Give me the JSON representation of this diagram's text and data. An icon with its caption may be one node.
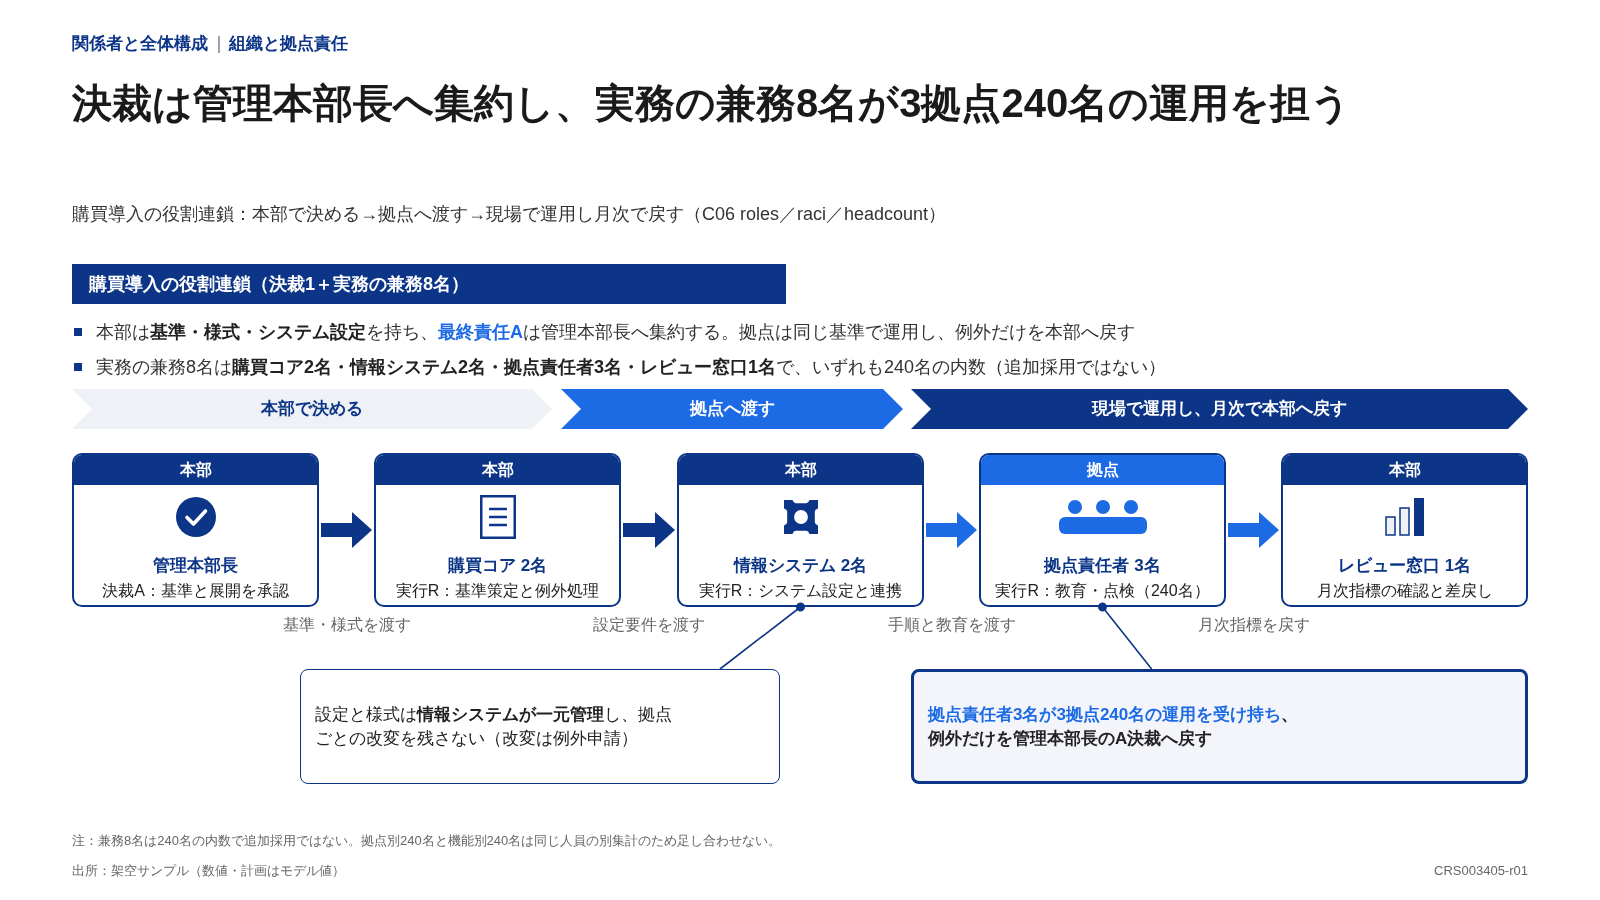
{
  "diagram": {
    "title": "決裁は管理本部長へ集約し、実務の兼務8名が3拠点240名の運用を担う",
    "nodes": [
      {
        "text": [
          "購買導入の役割連鎖（決裁1＋実務の兼務8名）"
        ]
      },
      {
        "text": [
          "本部で決める"
        ]
      },
      {
        "text": [
          "拠点へ渡す"
        ]
      },
      {
        "text": [
          "現場で運用し、月次で本部へ戻す"
        ]
      },
      {
        "text": [
          "本部",
          "管理本部長",
          "決裁A：基準と展開を承認"
        ]
      },
      {
        "text": [
          "本部",
          "購買コア 2名",
          "実行R：基準策定と例外処理"
        ]
      },
      {
        "text": [
          "本部",
          "情報システム 2名",
          "実行R：システム設定と連携"
        ]
      },
      {
        "text": [
          "拠点",
          "拠点責任者 3名",
          "実行R：教育・点検（240名）"
        ]
      },
      {
        "text": [
          "本部",
          "レビュー窓口 1名",
          "月次指標の確認と差戻し"
        ]
      },
      {
        "text": [
          "設定と様式は**情報システムが一元管理**し、拠点ごとの改変を残さない（改変は例外申請）"
        ]
      },
      {
        "text": [
          "**拠点責任者3名が3拠点240名の運用を受け持ち**、例外だけを管理本部長のA決裁へ戻す"
        ]
      }
    ],
    "edges": [
      {
        "from": 4,
        "to": 5,
        "arrow": "to"
      },
      {
        "from": 5,
        "to": 6,
        "arrow": "to"
      },
      {
        "from": 6,
        "to": 7,
        "arrow": "to",
        "color": "#1d6ae5"
      },
      {
        "from": 7,
        "to": 8,
        "arrow": "to",
        "color": "#1d6ae5"
      },
      {
        "from": 9,
        "to": 6,
        "arrow": "other"
      },
      {
        "from": 10,
        "to": 7,
        "arrow": "other"
      }
    ],
    "labels": [
      "関係者と全体構成",
      "組織と拠点責任",
      "購買導入の役割連鎖：本部で決める→拠点へ渡す→現場で運用し月次で戻す（C06 roles／raci／headcount）",
      "本部は**基準・様式・システム設定**を持ち、**最終責任A**は管理本部長へ集約する。拠点は同じ基準で運用し、例外だけを本部へ戻す",
      "実務の兼務8名は**購買コア2名・情報システム2名・拠点責任者3名・レビュー窓口1名**で、いずれも240名の内数（追加採用ではない）",
      "基準・様式を渡す",
      "設定要件を渡す",
      "手順と教育を渡す",
      "月次指標を戻す",
      "注：兼務8名は240名の内数で追加採用ではない。拠点別240名と機能別240名は同じ人員の別集計のため足し合わせない。",
      "出所：架空サンプル（数値・計画はモデル値）",
      "CRS003405-r01"
    ]
  }
}
